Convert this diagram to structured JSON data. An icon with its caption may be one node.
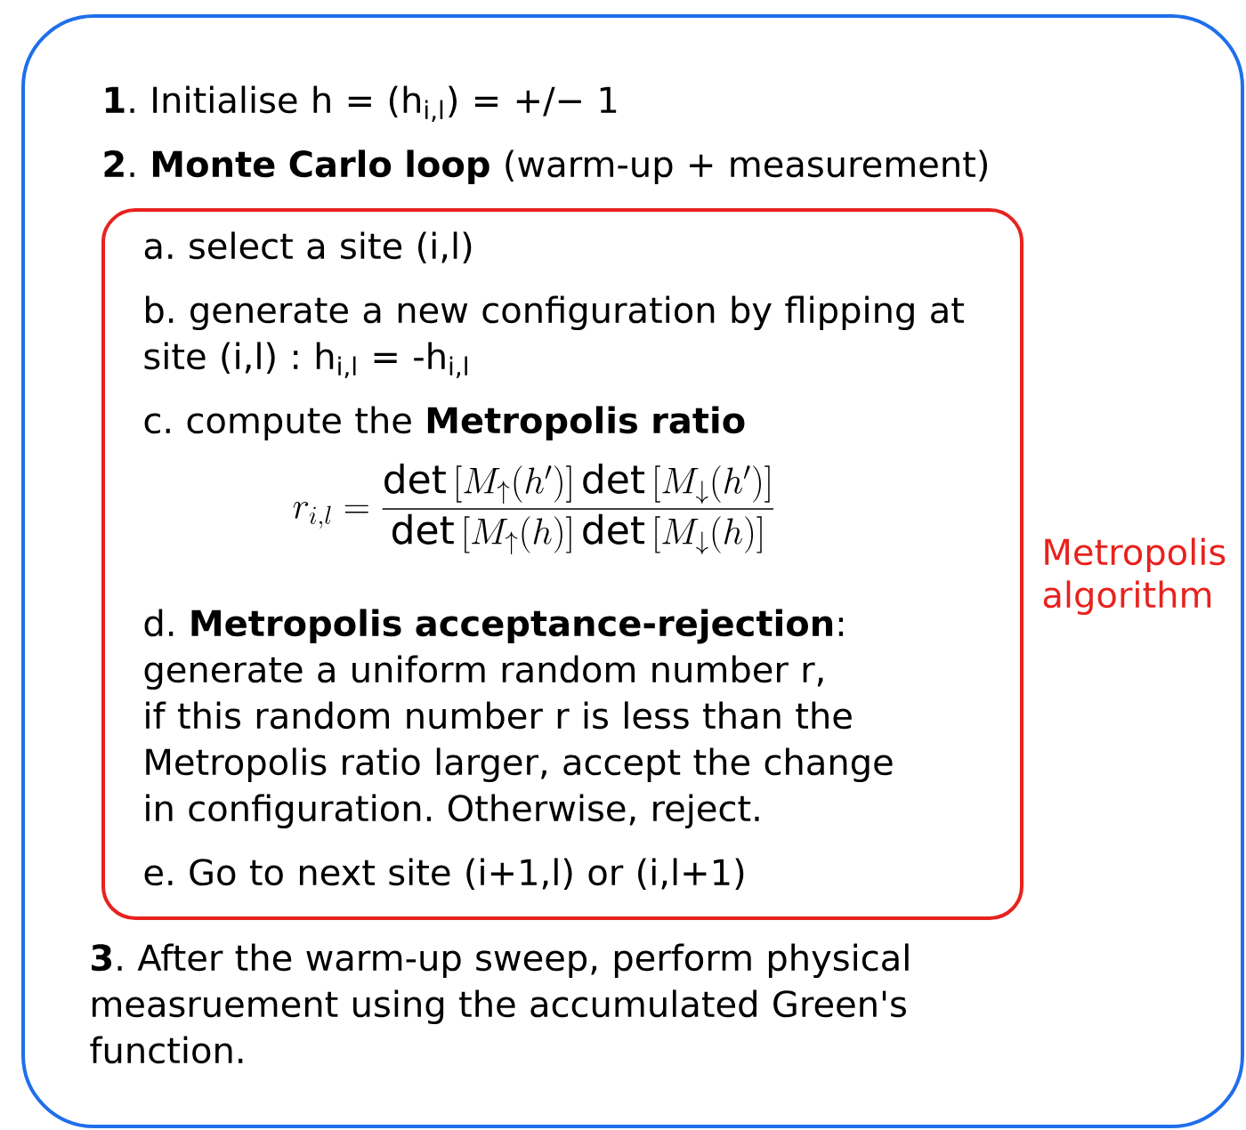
{
  "diagram": {
    "nodes": [
      {
        "text": [
          "**1**. Initialise h = (h$_{i,l}$) = +/− 1",
          "**2**. **Monte Carlo loop** (warm-up + measurement)",
          "**3**. After the warm-up sweep, perform physical measruement using the accumulated Green's function."
        ]
      },
      {
        "text": [
          "a. select a site (i,l)",
          "b. generate a new configuration by flipping at site (i,l) : h$_{i,l}$ = -h$_{i,l}$",
          "c. compute the **Metropolis ratio**",
          "r_{i,l} = \\frac{\\det\\left[M_{\\uparrow}(h')\\right]\\det\\left[M_{\\downarrow}(h')\\right]}{\\det\\left[M_{\\uparrow}(h)\\right]\\det\\left[M_{\\downarrow}(h)\\right]}",
          "d. **Metropolis acceptance-rejection**: generate a uniform random number r, if this random number r is less than the Metropolis ratio larger, accept the change in configuration. Otherwise, reject.",
          "e. Go to next site (i+1,l) or (i,l+1)"
        ],
        "in": 0,
        "beside": [
          "Metropolis algorithm"
        ]
      }
    ]
  }
}
